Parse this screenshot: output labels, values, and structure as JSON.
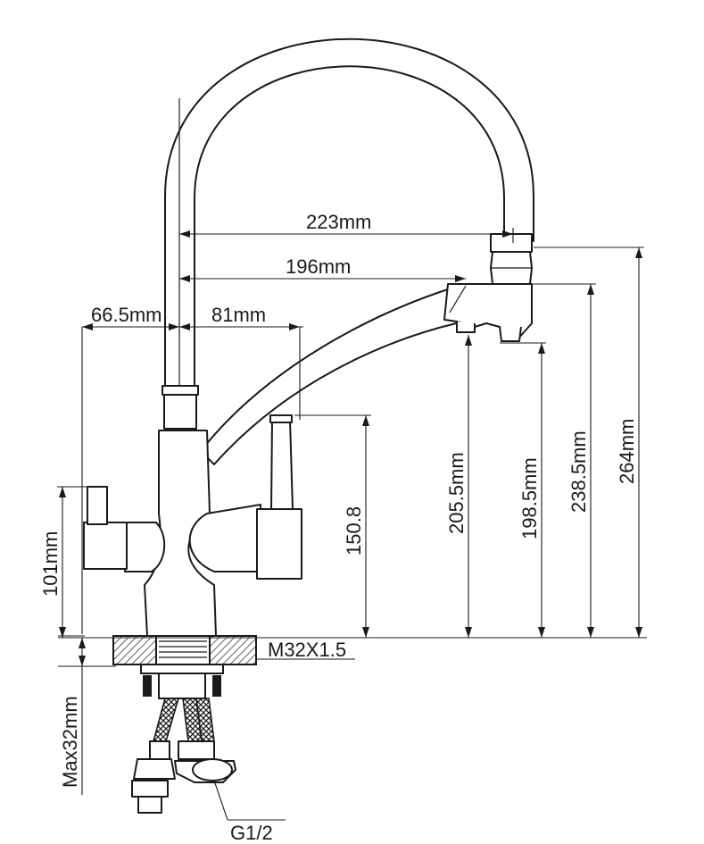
{
  "dimensions": {
    "horizontal": {
      "spout_reach": "223mm",
      "outlet_reach": "196mm",
      "left_handle": "66.5mm",
      "right_handle": "81mm"
    },
    "vertical": {
      "left_handle_height": "101mm",
      "right_handle_height": "150.8",
      "filter_outlet_height": "205.5mm",
      "outlet_bottom_height": "198.5mm",
      "outlet_top_height": "238.5mm",
      "total_height": "264mm",
      "max_deck_thickness": "Max32mm"
    },
    "thread": "M32X1.5",
    "hose_connector": "G1/2"
  },
  "colors": {
    "line": "#1a1a1a",
    "background": "#ffffff"
  }
}
